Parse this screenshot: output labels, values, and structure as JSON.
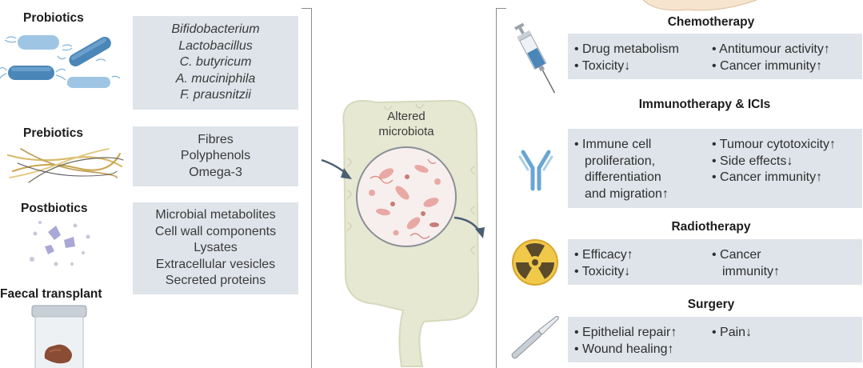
{
  "left": {
    "probiotics": {
      "title": "Probiotics",
      "items": [
        "Bifidobacterium",
        "Lactobacillus",
        "C. butyricum",
        "A. muciniphila",
        "F. prausnitzii"
      ]
    },
    "prebiotics": {
      "title": "Prebiotics",
      "items": [
        "Fibres",
        "Polyphenols",
        "Omega-3"
      ]
    },
    "postbiotics": {
      "title": "Postbiotics",
      "items": [
        "Microbial metabolites",
        "Cell wall components",
        "Lysates",
        "Extracellular vesicles",
        "Secreted proteins"
      ]
    },
    "faecal": {
      "title": "Faecal transplant"
    }
  },
  "center": {
    "label_line1": "Altered",
    "label_line2": "microbiota"
  },
  "right": {
    "chemotherapy": {
      "title": "Chemotherapy",
      "col1": [
        "• Drug metabolism",
        "• Toxicity↓"
      ],
      "col2": [
        "• Antitumour activity↑",
        "• Cancer immunity↑"
      ]
    },
    "immunotherapy": {
      "title": "Immunotherapy & ICIs",
      "col1": [
        "• Immune cell",
        "  proliferation,",
        "  differentiation",
        "  and migration↑"
      ],
      "col2": [
        "• Tumour cytotoxicity↑",
        "• Side effects↓",
        "• Cancer immunity↑"
      ]
    },
    "radiotherapy": {
      "title": "Radiotherapy",
      "col1": [
        "• Efficacy↑",
        "• Toxicity↓"
      ],
      "col2": [
        "• Cancer",
        "  immunity↑"
      ]
    },
    "surgery": {
      "title": "Surgery",
      "col1": [
        "• Epithelial repair↑",
        "• Wound healing↑"
      ],
      "col2": [
        "• Pain↓"
      ]
    }
  },
  "colors": {
    "box_bg": "#dfe4ea",
    "bacteria_blue": "#4a86b8",
    "bacteria_light": "#9ec6e4",
    "gut": "#e6e8d2",
    "microbe_pink": "#e8a9a4",
    "radiation_yellow": "#f0c84a"
  }
}
